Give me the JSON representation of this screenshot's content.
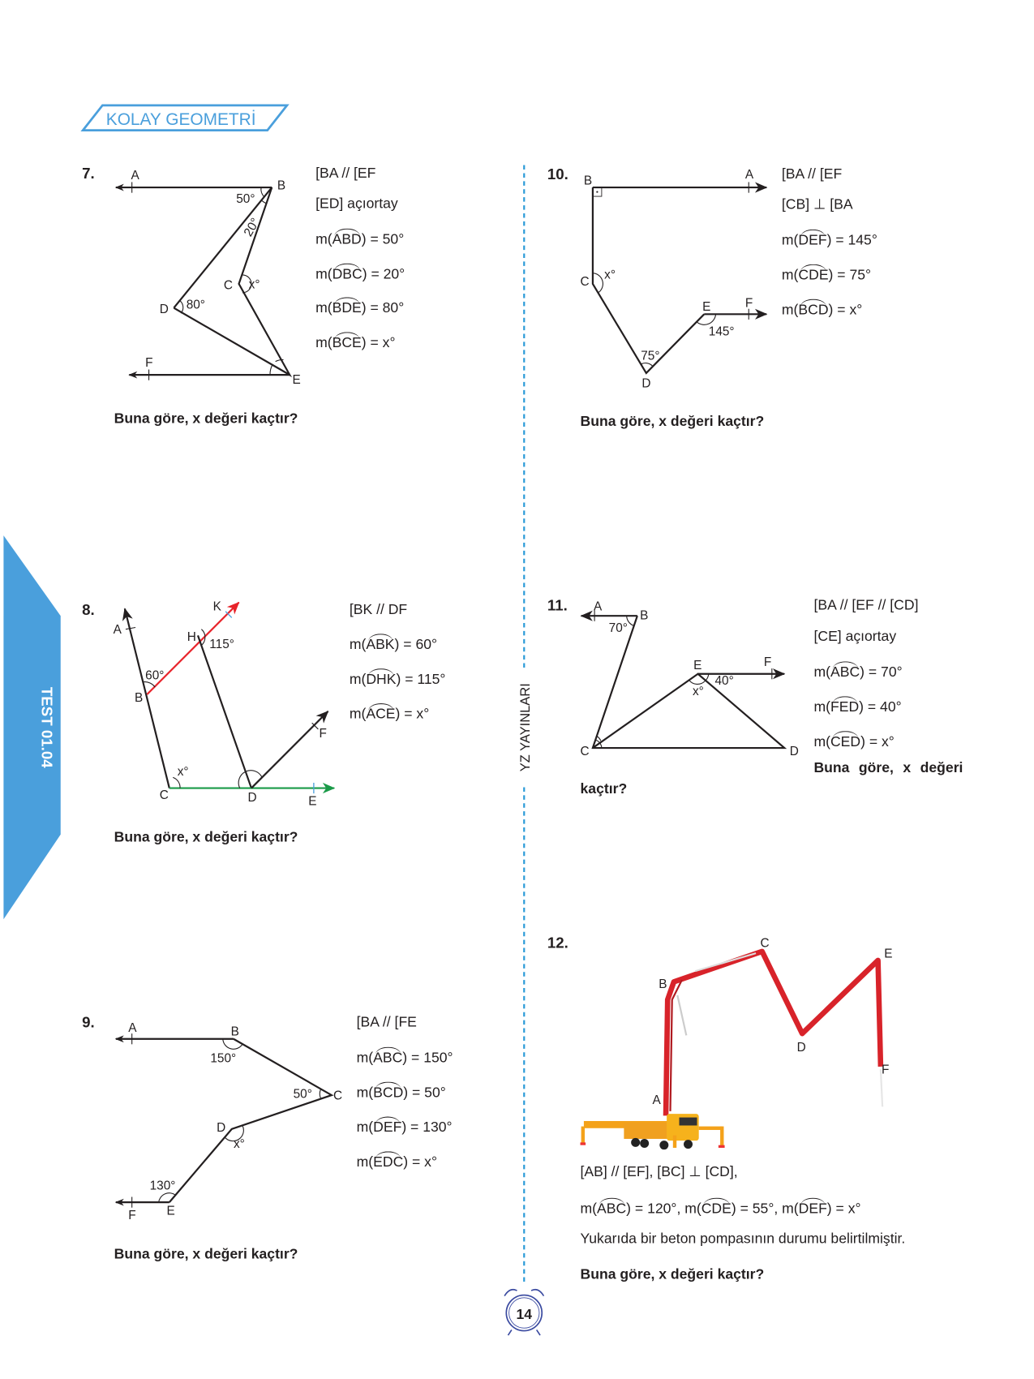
{
  "header": {
    "title": "KOLAY GEOMETRİ"
  },
  "side_tab": {
    "label": "TEST 01.04"
  },
  "divider_label": "YZ YAYINLARI",
  "page_number": "14",
  "colors": {
    "accent": "#4a9fdc",
    "red": "#e8232a",
    "green": "#1a9a48",
    "clock": "#3a4aa0"
  },
  "q7": {
    "number": "7.",
    "givens": [
      "[BA // [EF",
      "[ED] açıortay",
      "m(ABD) = 50°",
      "m(DBC) = 20°",
      "m(BDE) = 80°",
      "m(BCE) = x°"
    ],
    "question": "Buna göre, x değeri kaçtır?",
    "fig": {
      "A": "A",
      "B": "B",
      "C": "C",
      "D": "D",
      "E": "E",
      "F": "F",
      "a1": "50°",
      "a2": "20°",
      "a3": "x°",
      "a4": "80°"
    }
  },
  "q8": {
    "number": "8.",
    "givens": [
      "[BK // DF",
      "m(ABK) = 60°",
      "m(DHK) = 115°",
      "m(ACE) = x°"
    ],
    "question": "Buna göre, x değeri kaçtır?",
    "fig": {
      "A": "A",
      "B": "B",
      "C": "C",
      "D": "D",
      "E": "E",
      "F": "F",
      "H": "H",
      "K": "K",
      "a1": "60°",
      "a2": "115°",
      "a3": "x°"
    }
  },
  "q9": {
    "number": "9.",
    "givens": [
      "[BA // [FE",
      "m(ABC) = 150°",
      "m(BCD) = 50°",
      "m(DEF) = 130°",
      "m(EDC) = x°"
    ],
    "question": "Buna göre, x değeri kaçtır?",
    "fig": {
      "A": "A",
      "B": "B",
      "C": "C",
      "D": "D",
      "E": "E",
      "F": "F",
      "a1": "150°",
      "a2": "50°",
      "a3": "x°",
      "a4": "130°"
    }
  },
  "q10": {
    "number": "10.",
    "givens": [
      "[BA // [EF",
      "[CB] ⊥ [BA",
      "m(DEF) = 145°",
      "m(CDE) = 75°",
      "m(BCD) = x°"
    ],
    "question": "Buna göre, x değeri kaçtır?",
    "fig": {
      "A": "A",
      "B": "B",
      "C": "C",
      "D": "D",
      "E": "E",
      "F": "F",
      "a1": "x°",
      "a2": "75°",
      "a3": "145°"
    }
  },
  "q11": {
    "number": "11.",
    "givens": [
      "[BA // [EF // [CD]",
      "[CE] açıortay",
      "m(ABC) = 70°",
      "m(FED) = 40°",
      "m(CED) = x°"
    ],
    "question_part1": "Buna göre, x değeri",
    "question_part2": "kaçtır?",
    "fig": {
      "A": "A",
      "B": "B",
      "C": "C",
      "D": "D",
      "E": "E",
      "F": "F",
      "a1": "70°",
      "a2": "40°",
      "a3": "x°"
    }
  },
  "q12": {
    "number": "12.",
    "givens": [
      "[AB] // [EF], [BC] ⊥ [CD],",
      "m(ABC) = 120°, m(CDE) = 55°, m(DEF) = x°",
      "Yukarıda bir beton pompasının durumu belirtilmiştir."
    ],
    "question": "Buna göre, x değeri kaçtır?",
    "fig": {
      "A": "A",
      "B": "B",
      "C": "C",
      "D": "D",
      "E": "E",
      "F": "F"
    }
  }
}
